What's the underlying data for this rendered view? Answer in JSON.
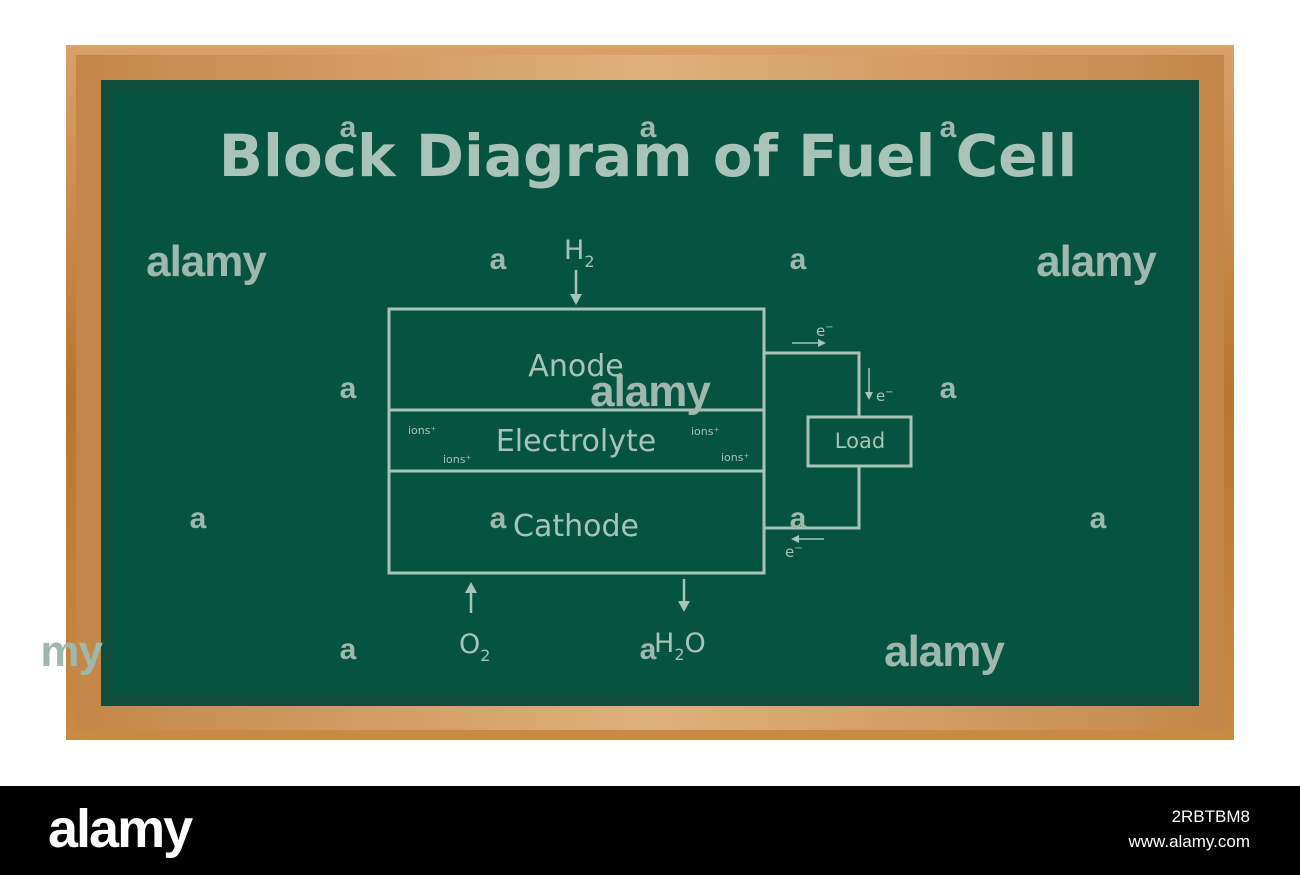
{
  "title": "Block Diagram of Fuel Cell",
  "blocks": {
    "anode": "Anode",
    "electrolyte": "Electrolyte",
    "cathode": "Cathode",
    "load": "Load"
  },
  "ions": [
    "ions⁺",
    "ions⁺",
    "ions⁺",
    "ions⁺"
  ],
  "electron": {
    "base": "e",
    "sup": "−"
  },
  "inputs": {
    "hydrogen": {
      "base": "H",
      "sub": "2"
    },
    "oxygen": {
      "base": "O",
      "sub": "2"
    }
  },
  "outputs": {
    "water": {
      "base": "H",
      "sub": "2",
      "tail": "O"
    }
  },
  "watermark": {
    "logo": "alamy",
    "letter": "a"
  },
  "footer": {
    "logo": "alamy",
    "image_id": "2RBTBM8",
    "site": "www.alamy.com"
  },
  "colors": {
    "board": "#045441",
    "chalk": "#a9c3b8",
    "frame": "#c4874a"
  }
}
